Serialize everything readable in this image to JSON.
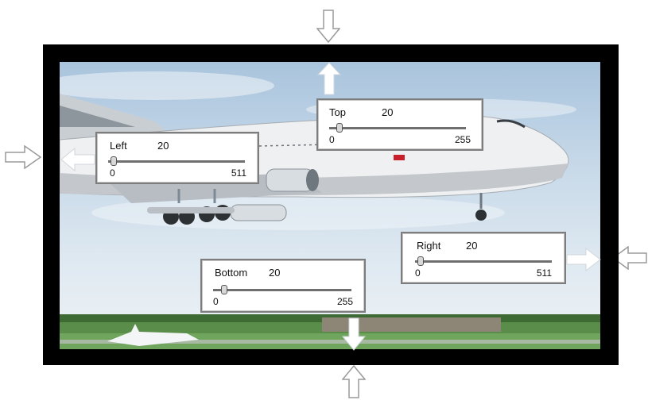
{
  "panels": {
    "top": {
      "label": "Top",
      "value": "20",
      "min": "0",
      "max": "255",
      "fraction": 0.078
    },
    "left": {
      "label": "Left",
      "value": "20",
      "min": "0",
      "max": "511",
      "fraction": 0.039
    },
    "right": {
      "label": "Right",
      "value": "20",
      "min": "0",
      "max": "511",
      "fraction": 0.039
    },
    "bottom": {
      "label": "Bottom",
      "value": "20",
      "min": "0",
      "max": "255",
      "fraction": 0.078
    }
  },
  "colors": {
    "frame": "#000000",
    "panel_border": "#7d7d7d",
    "arrow_outline": "#9a9a9a",
    "arrow_fill_inner": "#ffffff"
  },
  "icons": [
    "arrow-down-icon",
    "arrow-up-icon",
    "arrow-left-icon",
    "arrow-right-icon"
  ]
}
